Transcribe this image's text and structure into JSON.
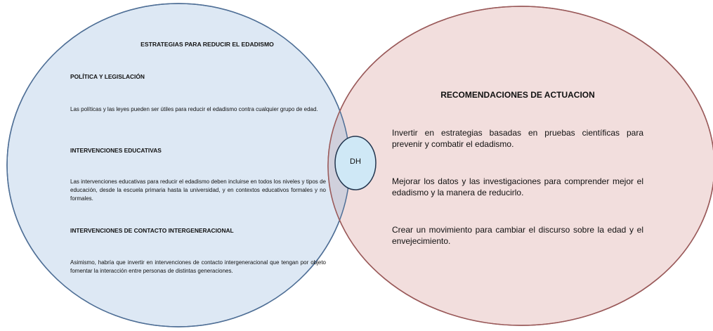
{
  "colors": {
    "left_fill": "#dde8f4",
    "left_stroke": "#4f6f96",
    "right_fill": "#f2dedd",
    "right_stroke": "#9a5a5a",
    "overlap_fill": "#d0d0dc",
    "center_fill": "#cfe8f6",
    "center_stroke": "#22364f"
  },
  "left": {
    "title": "ESTRATEGIAS PARA REDUCIR EL EDADISMO",
    "sections": [
      {
        "heading": "POLÍTICA Y LEGISLACIÓN",
        "body": "Las políticas y las leyes pueden ser útiles para reducir el edadismo contra cualquier grupo de edad."
      },
      {
        "heading": "INTERVENCIONES EDUCATIVAS",
        "body": "Las intervenciones educativas para reducir el edadismo deben incluirse en todos los niveles y tipos de educación, desde la escuela primaria hasta la universidad, y en contextos educativos formales y no formales."
      },
      {
        "heading": "INTERVENCIONES DE CONTACTO INTERGENERACIONAL",
        "body": "Asimismo, habría que invertir en intervenciones de contacto intergeneracional que tengan por objeto fomentar la interacción entre personas de distintas generaciones."
      }
    ]
  },
  "right": {
    "title": "RECOMENDACIONES DE ACTUACION",
    "items": [
      "Invertir en estrategias basadas en pruebas científicas para prevenir y combatir el edadismo.",
      "Mejorar los datos y las investigaciones para comprender mejor el edadismo y la manera de reducirlo.",
      "Crear un movimiento para cambiar el discurso sobre la edad y el envejecimiento."
    ]
  },
  "center": {
    "label": "DH"
  }
}
